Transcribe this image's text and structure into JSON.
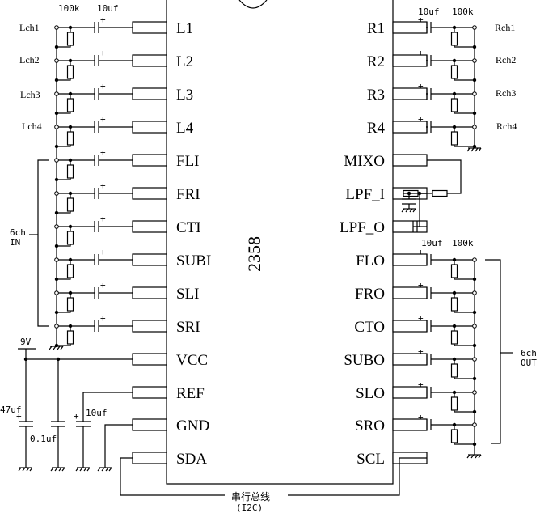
{
  "chip": {
    "part_number": "2358",
    "left_pins": [
      "L1",
      "L2",
      "L3",
      "L4",
      "FLI",
      "FRI",
      "CTI",
      "SUBI",
      "SLI",
      "SRI",
      "VCC",
      "REF",
      "GND",
      "SDA"
    ],
    "right_pins": [
      "R1",
      "R2",
      "R3",
      "R4",
      "MIXO",
      "LPF_I",
      "LPF_O",
      "FLO",
      "FRO",
      "CTO",
      "SUBO",
      "SLO",
      "SRO",
      "SCL"
    ]
  },
  "left_inputs": {
    "resistor_value": "100k",
    "capacitor_value": "10uf",
    "channel_labels": [
      "Lch1",
      "Lch2",
      "Lch3",
      "Lch4"
    ],
    "group_label_line1": "6ch",
    "group_label_line2": "IN"
  },
  "right_inputs": {
    "resistor_value": "100k",
    "capacitor_value": "10uf",
    "channel_labels": [
      "Rch1",
      "Rch2",
      "Rch3",
      "Rch4"
    ]
  },
  "outputs": {
    "resistor_value": "100k",
    "capacitor_value": "10uf",
    "group_label_line1": "6ch",
    "group_label_line2": "OUT"
  },
  "power": {
    "supply_label": "9V",
    "cap_bulk": "47uf",
    "cap_decouple": "0.1uf",
    "cap_ref": "10uf",
    "plus_sign": "+"
  },
  "bus": {
    "label": "串行总线",
    "sublabel": "(I2C)"
  }
}
